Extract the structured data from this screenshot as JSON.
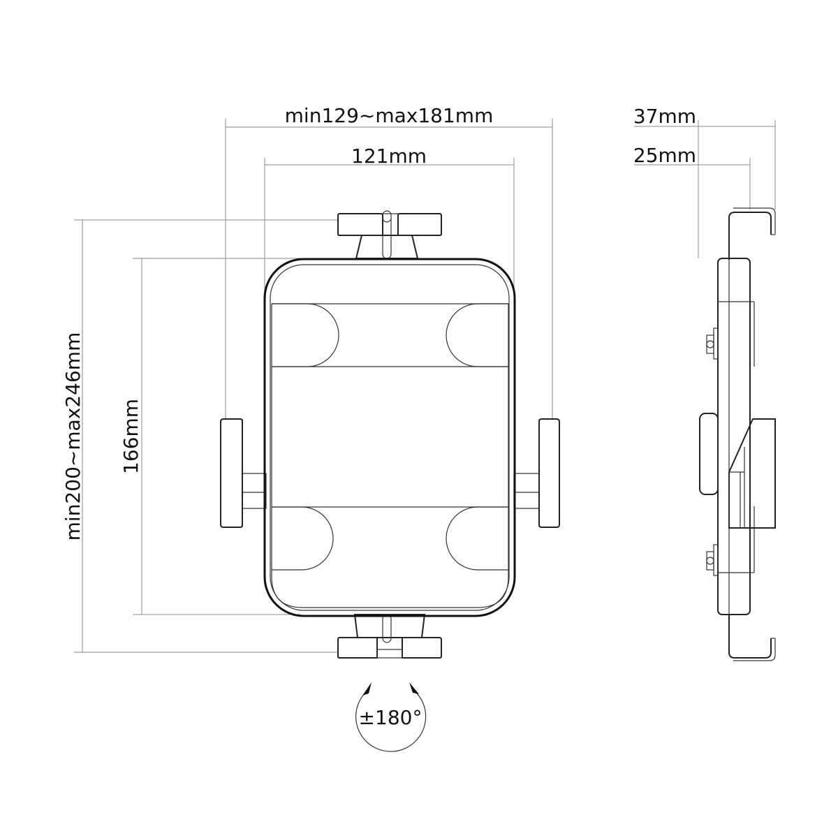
{
  "dimensions": {
    "overall_width": "min129~max181mm",
    "inner_width": "121mm",
    "overall_height": "min200~max246mm",
    "inner_height": "166mm",
    "depth_outer": "37mm",
    "depth_inner": "25mm",
    "rotation": "±180°"
  }
}
